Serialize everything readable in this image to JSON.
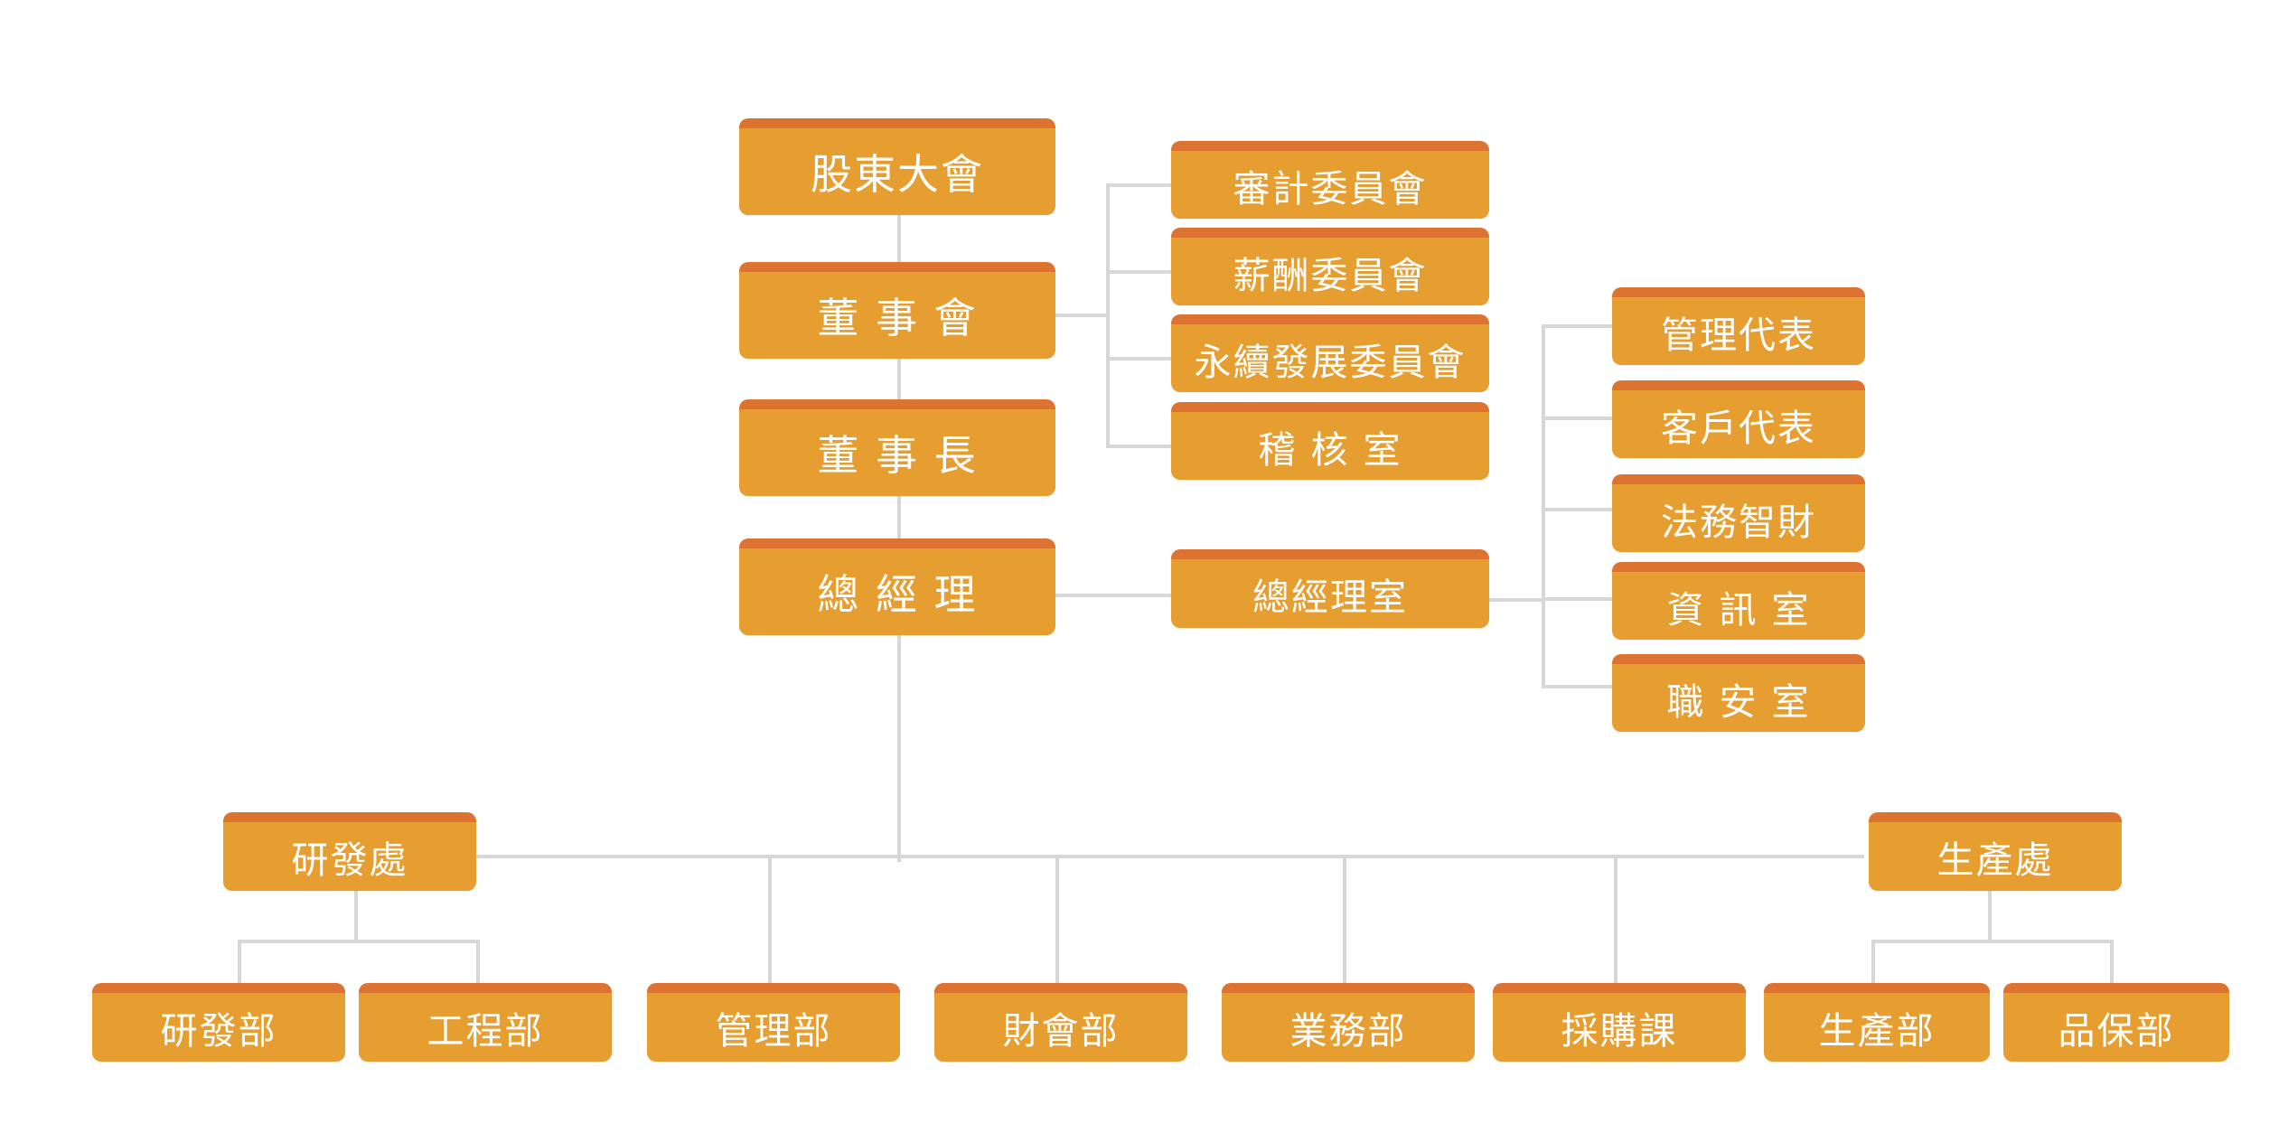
{
  "org_chart": {
    "top": {
      "shareholders": "股東大會",
      "board": "董 事 會",
      "chairman": "董 事 長",
      "president": "總 經 理"
    },
    "committees": [
      "審計委員會",
      "薪酬委員會",
      "永續發展委員會",
      "稽 核 室"
    ],
    "president_office": "總經理室",
    "office_units": [
      "管理代表",
      "客戶代表",
      "法務智財",
      "資 訊 室",
      "職 安 室"
    ],
    "divisions": {
      "rd": "研發處",
      "production": "生產處"
    },
    "departments": [
      "研發部",
      "工程部",
      "管理部",
      "財會部",
      "業務部",
      "採購課",
      "生產部",
      "品保部"
    ]
  },
  "colors": {
    "box_fill": "#e69e30",
    "box_top_band": "#dd7331",
    "connector": "#d7d7d7",
    "text": "#ffffff"
  }
}
